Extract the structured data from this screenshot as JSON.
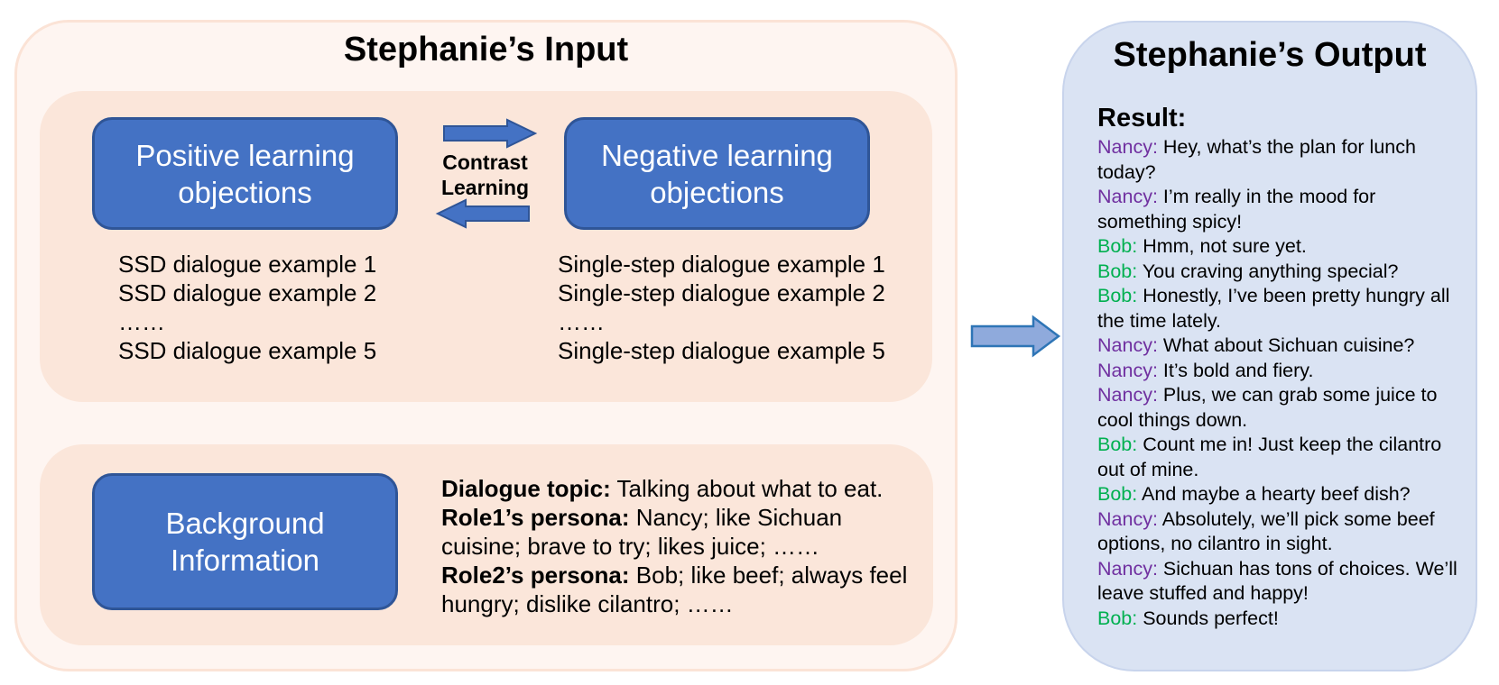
{
  "input": {
    "title": "Stephanie’s Input",
    "positive_box": {
      "line1": "Positive learning",
      "line2": "objections"
    },
    "negative_box": {
      "line1": "Negative learning",
      "line2": "objections"
    },
    "contrast_label": {
      "line1": "Contrast",
      "line2": "Learning"
    },
    "positive_examples": [
      "SSD dialogue example 1",
      "SSD dialogue example 2",
      "……",
      "SSD dialogue example 5"
    ],
    "negative_examples": [
      "Single-step dialogue example 1",
      "Single-step dialogue example 2",
      "……",
      "Single-step dialogue example 5"
    ],
    "background_box": {
      "line1": "Background",
      "line2": "Information"
    },
    "background_info": {
      "topic_label": "Dialogue topic:",
      "topic_value": " Talking about what to eat.",
      "role1_label": "Role1’s persona:",
      "role1_value": " Nancy; like Sichuan cuisine; brave to try; likes juice; ……",
      "role2_label": "Role2’s persona:",
      "role2_value": " Bob; like beef; always feel hungry; dislike cilantro; ……"
    }
  },
  "output": {
    "title": "Stephanie’s Output",
    "result_label": "Result:",
    "dialogue": [
      {
        "speaker": "Nancy:",
        "text": " Hey, what’s the plan for lunch today?"
      },
      {
        "speaker": "Nancy:",
        "text": " I’m really in the mood for something spicy!"
      },
      {
        "speaker": "Bob:",
        "text": " Hmm, not sure yet."
      },
      {
        "speaker": "Bob:",
        "text": " You craving anything special?"
      },
      {
        "speaker": "Bob:",
        "text": " Honestly, I’ve been pretty hungry all the time lately."
      },
      {
        "speaker": "Nancy:",
        "text": " What about Sichuan cuisine?"
      },
      {
        "speaker": "Nancy:",
        "text": " It’s bold and fiery."
      },
      {
        "speaker": "Nancy:",
        "text": " Plus, we can grab some juice to cool things down."
      },
      {
        "speaker": "Bob:",
        "text": " Count me in! Just keep the cilantro out of mine."
      },
      {
        "speaker": "Bob:",
        "text": " And maybe a hearty beef dish?"
      },
      {
        "speaker": "Nancy:",
        "text": " Absolutely, we’ll pick some beef options, no cilantro in sight."
      },
      {
        "speaker": "Nancy:",
        "text": " Sichuan has tons of choices. We’ll leave stuffed and happy!"
      },
      {
        "speaker": "Bob:",
        "text": " Sounds perfect!"
      }
    ]
  },
  "colors": {
    "box_fill": "#4472c4",
    "box_border": "#2f5597",
    "nancy": "#7030a0",
    "bob": "#00b050",
    "input_panel": "#fef5f1",
    "input_subpanel": "#fbe6da",
    "output_panel": "#dae3f3",
    "flow_arrow": "#8faadc"
  }
}
